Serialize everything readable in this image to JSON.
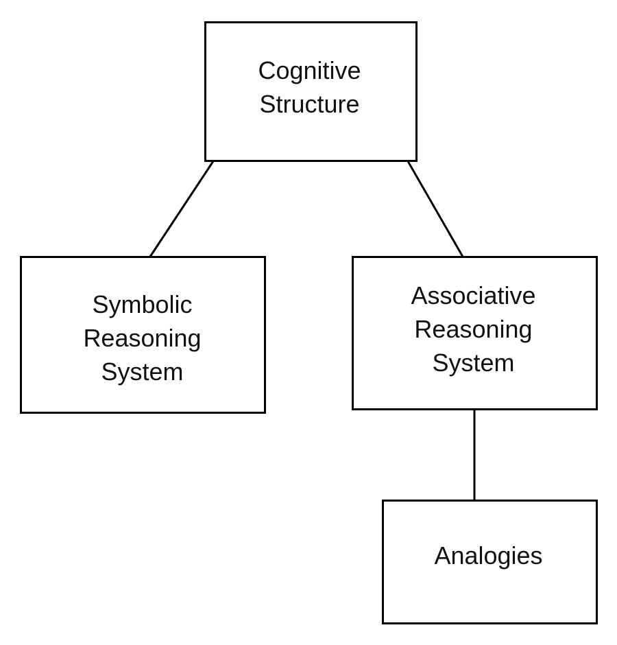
{
  "diagram": {
    "nodes": {
      "cognitive_structure": "Cognitive\nStructure",
      "symbolic_reasoning": "Symbolic\nReasoning\nSystem",
      "associative_reasoning": "Associative\nReasoning\nSystem",
      "analogies": "Analogies"
    },
    "edges": [
      {
        "from": "Cognitive Structure",
        "to": "Symbolic Reasoning System"
      },
      {
        "from": "Cognitive Structure",
        "to": "Associative Reasoning System"
      },
      {
        "from": "Associative Reasoning System",
        "to": "Analogies"
      }
    ],
    "colors": {
      "stroke": "#000000",
      "text": "#111111",
      "background": "#ffffff"
    }
  }
}
